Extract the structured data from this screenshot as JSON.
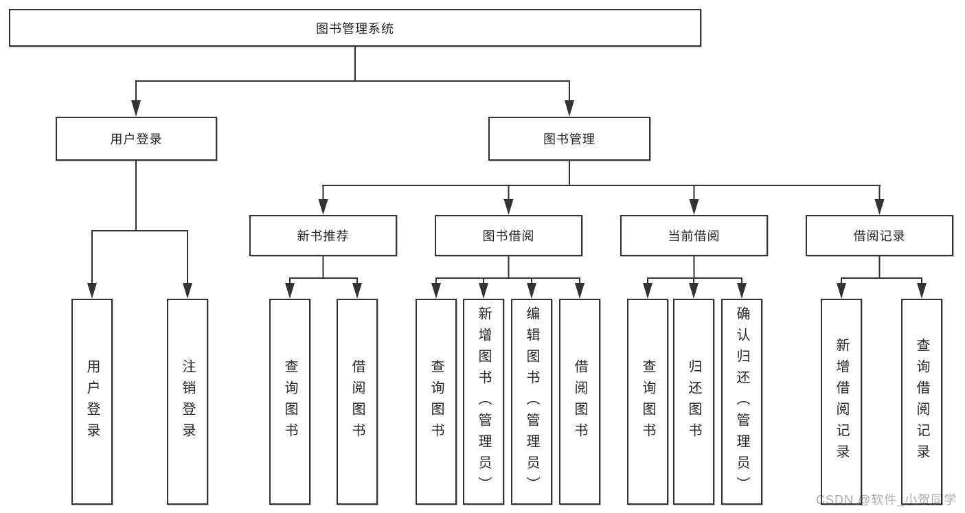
{
  "diagram": {
    "root": {
      "id": "system",
      "label": "图书管理系统"
    },
    "level2": [
      {
        "id": "user-login",
        "label": "用户登录",
        "parent": "system"
      },
      {
        "id": "book-management",
        "label": "图书管理",
        "parent": "system"
      }
    ],
    "level3": [
      {
        "id": "new-book-recommend",
        "label": "新书推荐",
        "parent": "book-management"
      },
      {
        "id": "book-borrowing",
        "label": "图书借阅",
        "parent": "book-management"
      },
      {
        "id": "current-borrowing",
        "label": "当前借阅",
        "parent": "book-management"
      },
      {
        "id": "borrowing-records",
        "label": "借阅记录",
        "parent": "book-management"
      }
    ],
    "leaves": [
      {
        "label": "用户登录",
        "parent": "user-login"
      },
      {
        "label": "注销登录",
        "parent": "user-login"
      },
      {
        "label": "查询图书",
        "parent": "new-book-recommend"
      },
      {
        "label": "借阅图书",
        "parent": "new-book-recommend"
      },
      {
        "label": "查询图书",
        "parent": "book-borrowing"
      },
      {
        "label": "新增图书（管理员）",
        "parent": "book-borrowing"
      },
      {
        "label": "编辑图书（管理员）",
        "parent": "book-borrowing"
      },
      {
        "label": "借阅图书",
        "parent": "book-borrowing"
      },
      {
        "label": "查询图书",
        "parent": "current-borrowing"
      },
      {
        "label": "归还图书",
        "parent": "current-borrowing"
      },
      {
        "label": "确认归还（管理员）",
        "parent": "current-borrowing"
      },
      {
        "label": "新增借阅记录",
        "parent": "borrowing-records"
      },
      {
        "label": "查询借阅记录",
        "parent": "borrowing-records"
      }
    ]
  },
  "watermark": {
    "text": "CSDN @软件_小贺同学"
  },
  "colors": {
    "line": "#333333",
    "box_border": "#333333",
    "text": "#262626",
    "watermark": "#ababab",
    "background": "#ffffff"
  }
}
